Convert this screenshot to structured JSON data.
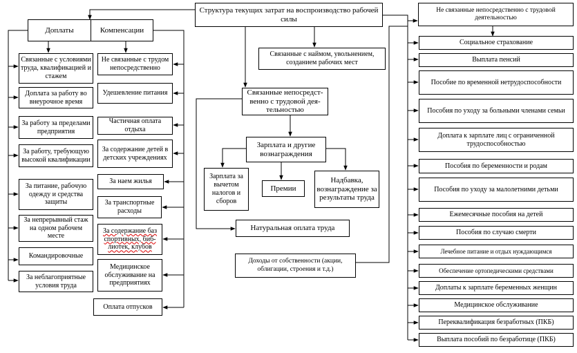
{
  "diagram": {
    "title": "Структура текущих затрат на воспроизводство рабочей силы",
    "hiring": "Связанные с наймом, увольнением, созданием рабочих мест",
    "not_related": "Не связанные непосредственно с трудовой деятельностью",
    "related": "Связанные непосредст-венно с трудовой дея-тельностью",
    "wages": "Зарплата и другие вознаграждения",
    "wage_net": "Зарплата за вычетом налогов и сборов",
    "bonuses": "Премии",
    "surcharge": "Надбавка, вознаграждение за результаты труда",
    "in_kind": "Натуральная оплата труда",
    "property_income": "Доходы от собственности (акции, облигации, строения и т.д.)",
    "left_headers": {
      "doplaty": "Доплаты",
      "compensations": "Компенсации"
    },
    "doplaty": [
      "Связанные с условиями труда, квалификацией и стажем",
      "Доплата за работу во внеурочное время",
      "За работу за пределами предприятия",
      "За работу, требующую высокой квалификации",
      "За питание, рабочую одежду и средства защиты",
      "За непрерывный стаж на одном рабочем месте",
      "Командировочные",
      "За неблагоприятные условия труда"
    ],
    "compensations": [
      "Не связанные с трудом непосредственно",
      "Удешевление питания",
      "Частичная оплата отдыха",
      "За содержание детей в детских учреждениях",
      "За наем жилья",
      "За транспортные расходы",
      "За содержание баз спортивных, биб-лиотек, клубов",
      "Медицинское обслуживание на предприятиях",
      "Оплата отпусков"
    ],
    "social": [
      "Социальное страхование",
      "Выплата пенсий",
      "Пособие по временной нетрудоспособности",
      "Пособия по уходу за больными членами семьи",
      "Доплата к зарплате лиц с ограниченной трудоспособностью",
      "Пособия по беременности и родам",
      "Пособия по уходу за малолетними детьми",
      "Ежемесячные пособия на детей",
      "Пособия по случаю смерти",
      "Лечебное питание и отдых нуждающимся",
      "Обеспечение ортопедическими средствами",
      "Доплаты к зарплате беременных женщин",
      "Медицинское обслуживание",
      "Переквалификация безработных (ПКБ)",
      "Выплата пособий по безработице (ПКБ)"
    ]
  }
}
